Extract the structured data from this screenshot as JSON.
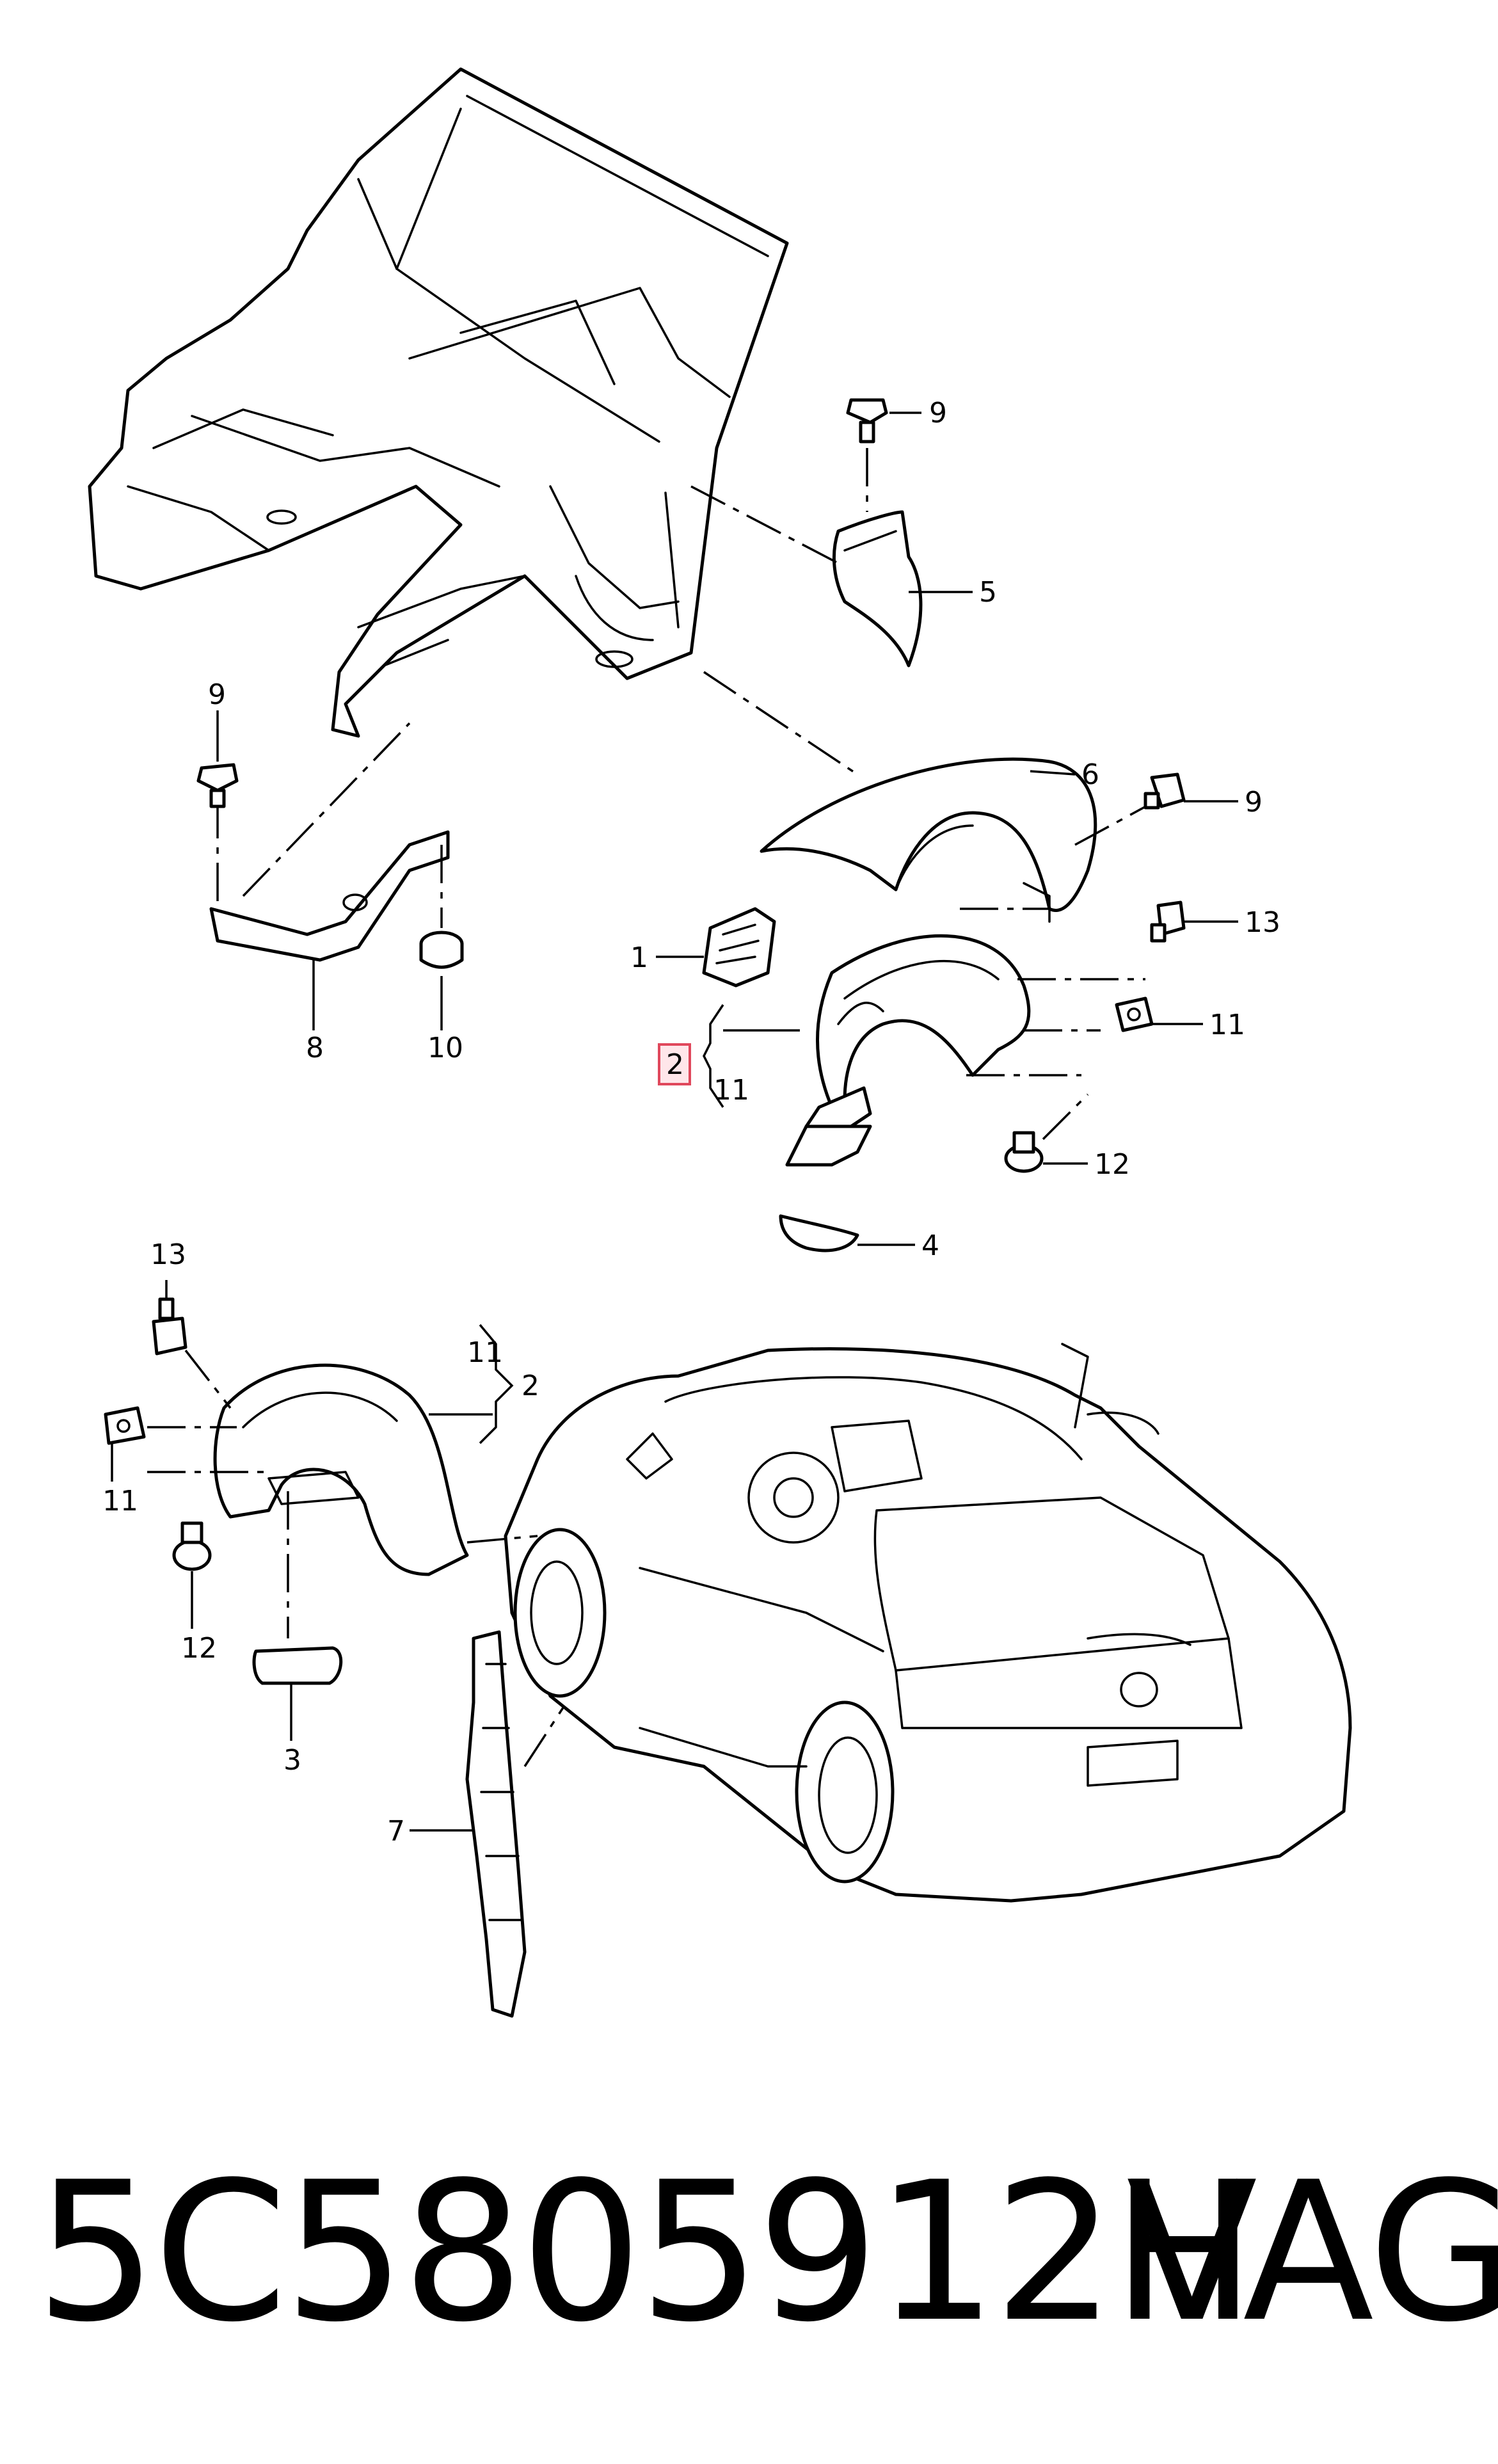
{
  "callouts": {
    "c1": "1",
    "c2_main": "2",
    "c2_lower": "2",
    "c3": "3",
    "c4": "4",
    "c5": "5",
    "c6": "6",
    "c7": "7",
    "c8": "8",
    "c9_top": "9",
    "c9_left": "9",
    "c9_right": "9",
    "c10": "10",
    "c11_brace": "11",
    "c11_right": "11",
    "c11_lower_brace": "11",
    "c11_lower": "11",
    "c12_right": "12",
    "c12_lower": "12",
    "c13_right": "13",
    "c13_lower": "13"
  },
  "footer": {
    "part_number": "5C5805912H",
    "brand": "VAG"
  },
  "colors": {
    "line": "#000000",
    "highlight_border": "#e0485c",
    "highlight_fill": "#ffe6ea"
  }
}
